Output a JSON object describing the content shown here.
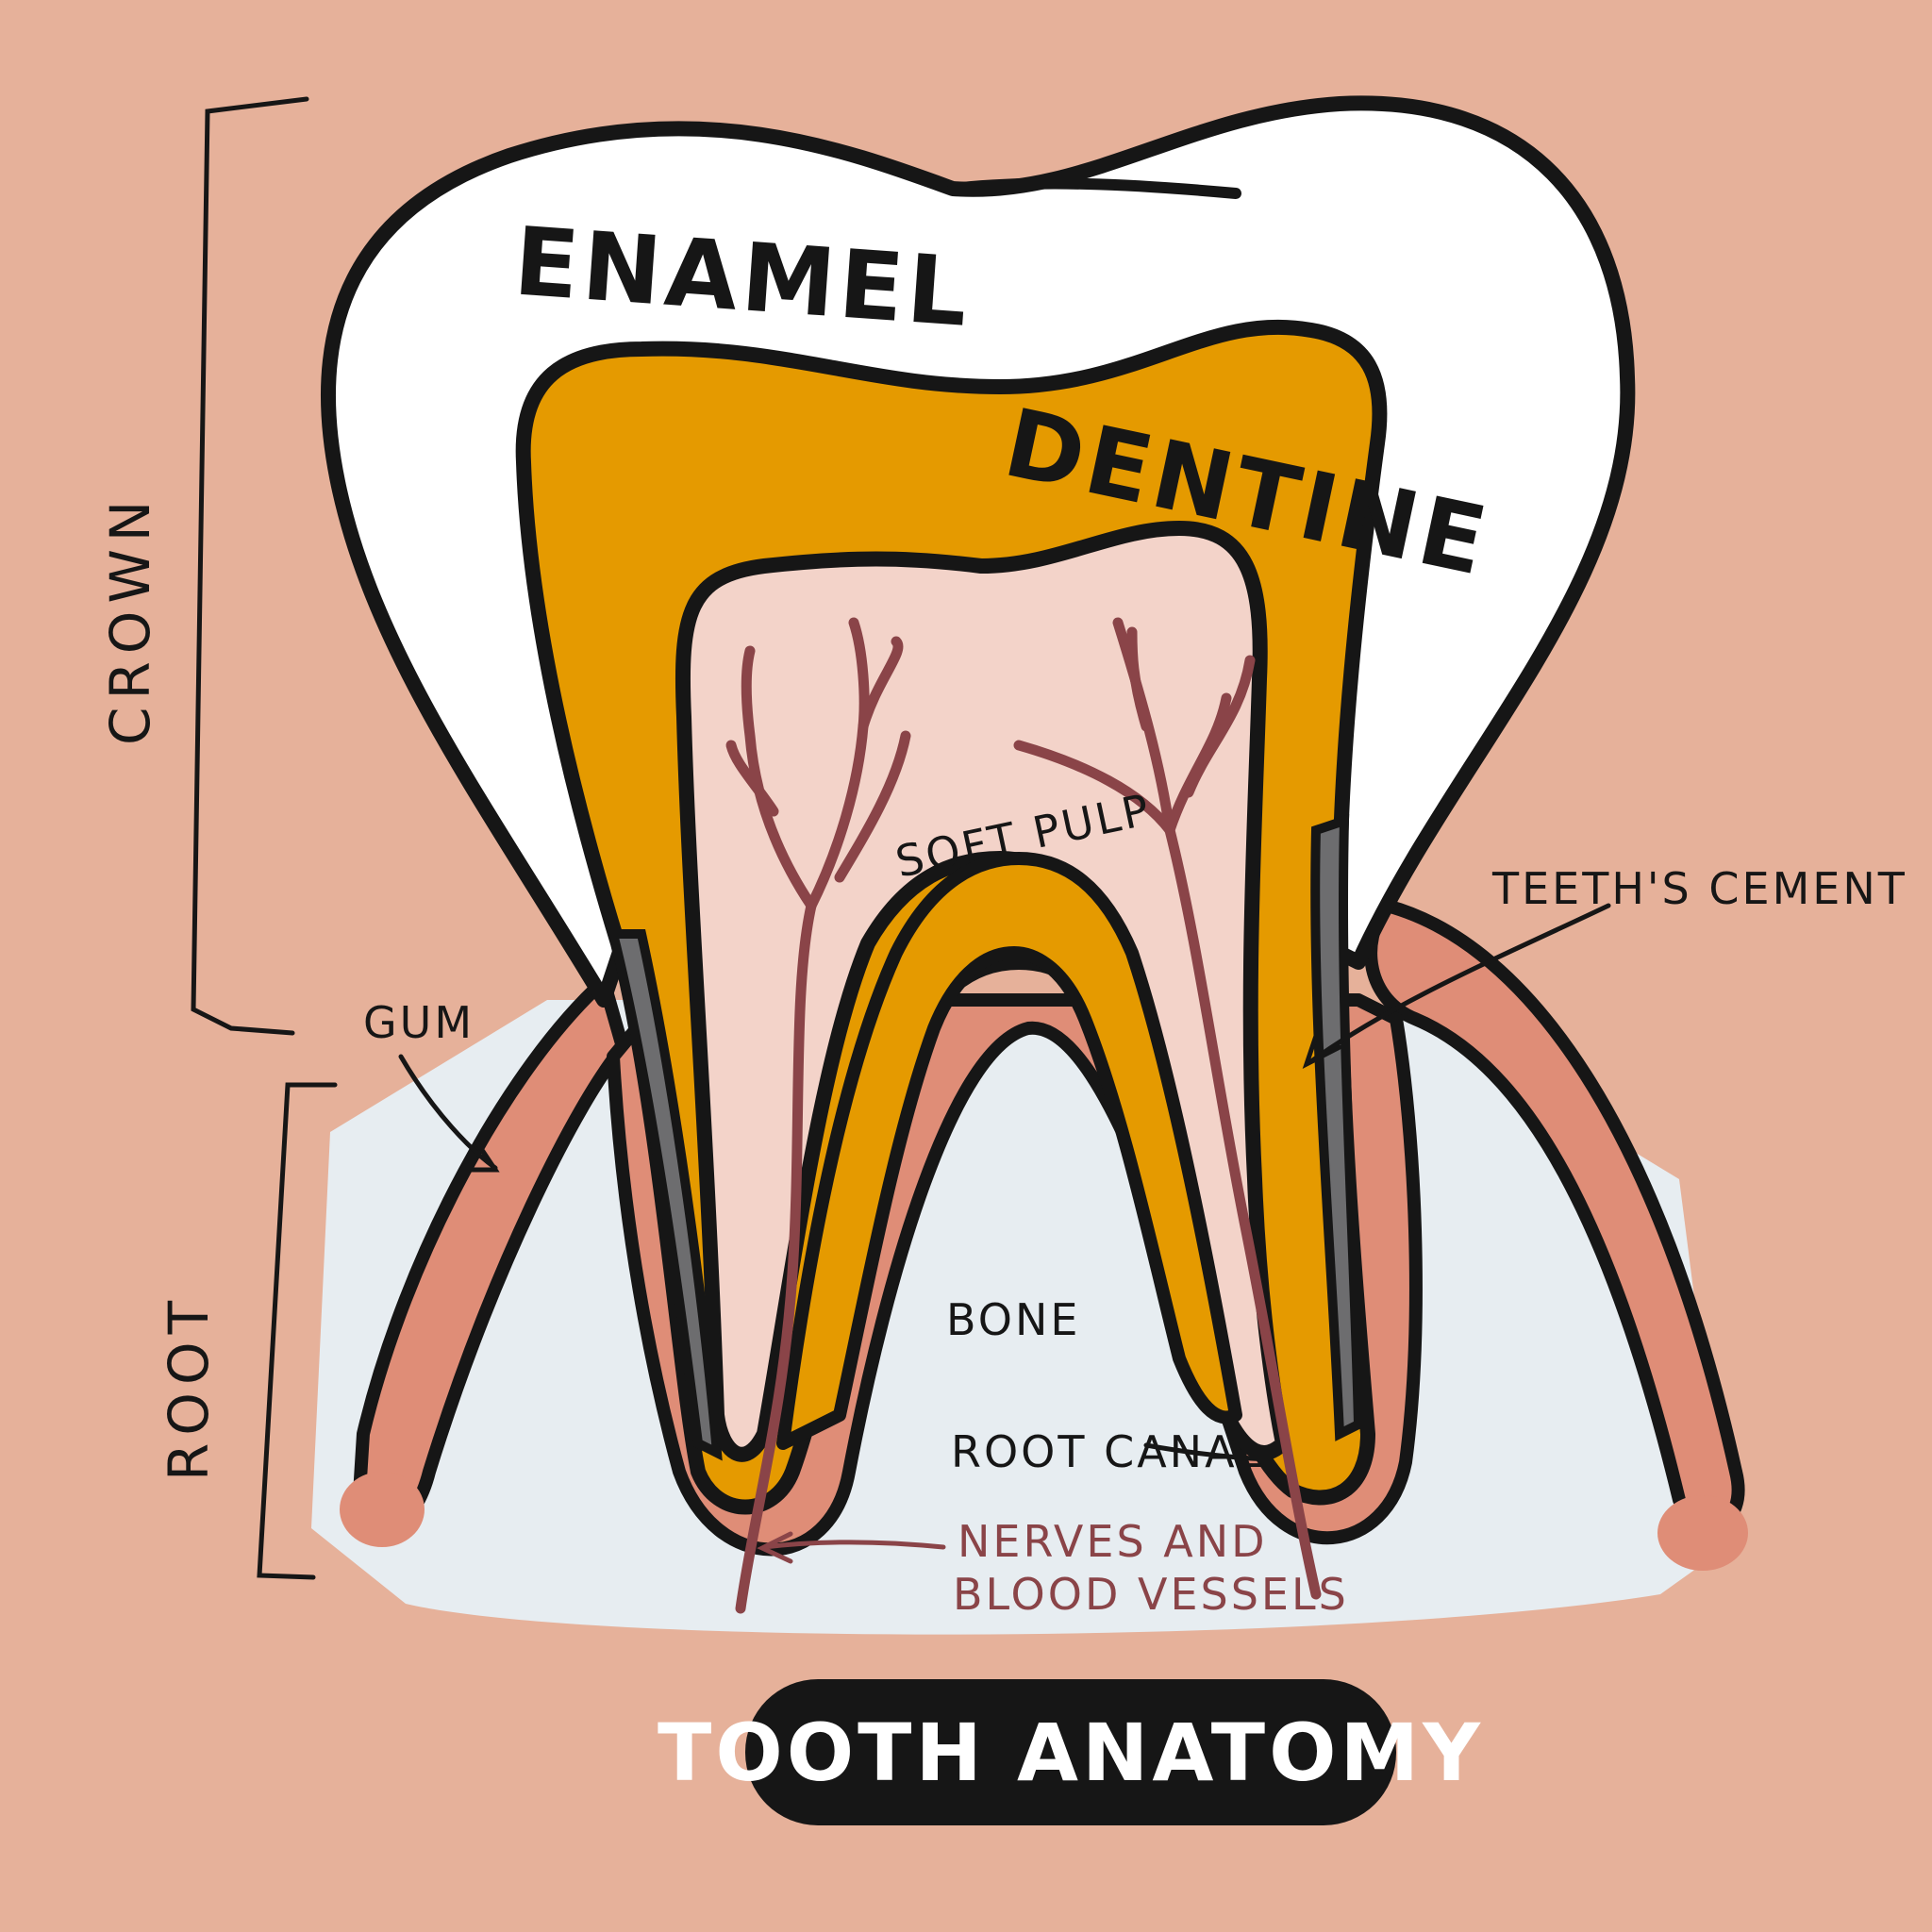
{
  "diagram": {
    "title": "TOOTH ANATOMY",
    "labels": {
      "enamel": "ENAMEL",
      "dentine": "DENTINE",
      "soft_pulp": "SOFT PULP",
      "teeths_cement": "TEETH'S CEMENT",
      "gum": "GUM",
      "bone": "BONE",
      "root_canal": "ROOT CANAL",
      "nerves_line1": "NERVES AND",
      "nerves_line2": "BLOOD VESSELS",
      "crown": "CROWN",
      "root": "ROOT"
    }
  },
  "colors": {
    "background": "#e6b19a",
    "enamel": "#ffffff",
    "dentine": "#e59a00",
    "pulp": "#f3d3c9",
    "gum": "#df8d77",
    "bone": "#e7edf1",
    "cement": "#6d6d6f",
    "vessels": "#8a4448",
    "outline": "#161616"
  }
}
